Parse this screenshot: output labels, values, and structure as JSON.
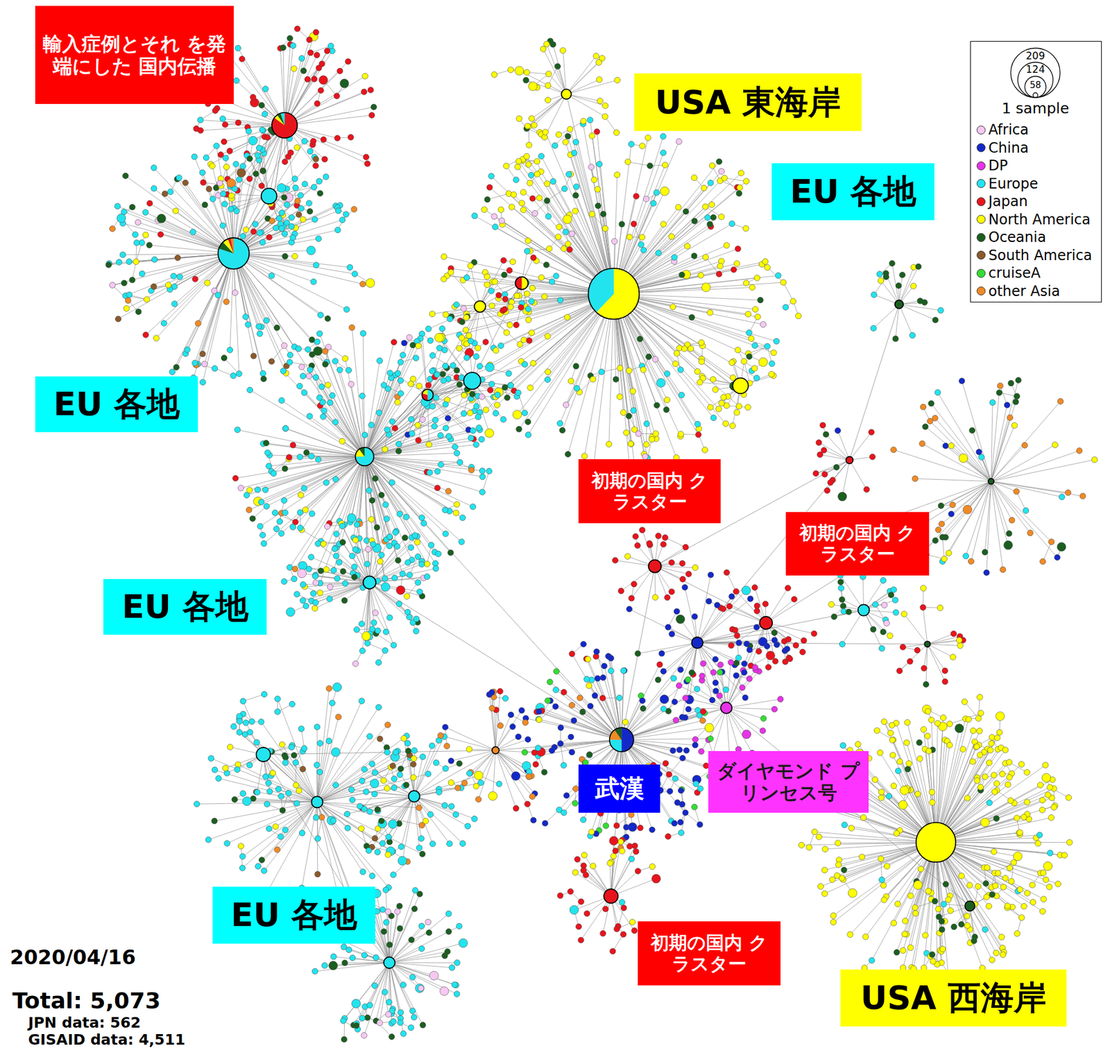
{
  "diagram": {
    "nodes": [
      {
        "text": [
          "輸入症例とそれ を発端にした 国内伝播"
        ]
      },
      {
        "text": [
          "USA 東海岸"
        ]
      },
      {
        "text": [
          "EU 各地"
        ]
      },
      {
        "text": [
          "EU 各地"
        ]
      },
      {
        "text": [
          "初期の国内 クラスター"
        ]
      },
      {
        "text": [
          "初期の国内 クラスター"
        ]
      },
      {
        "text": [
          "EU 各地"
        ]
      },
      {
        "text": [
          "ダイヤモンド プリンセス号"
        ]
      },
      {
        "text": [
          "武漢"
        ]
      },
      {
        "text": [
          "EU 各地"
        ]
      },
      {
        "text": [
          "初期の国内 クラスター"
        ]
      },
      {
        "text": [
          "USA 西海岸"
        ]
      }
    ],
    "labels": [
      "209",
      "124",
      "58",
      "1 sample",
      "2020/04/16",
      "Total: 5,073",
      "JPN data: 562",
      "GISAID data: 4,511"
    ],
    "legend": [
      {
        "text": "Africa",
        "color": "#f6c8f2"
      },
      {
        "text": "China",
        "color": "#1428c8"
      },
      {
        "text": "DP",
        "color": "#e633e6"
      },
      {
        "text": "Europe",
        "color": "#22e4ee"
      },
      {
        "text": "Japan",
        "color": "#e8141c"
      },
      {
        "text": "North America",
        "color": "#ffff00"
      },
      {
        "text": "Oceania",
        "color": "#1b5e20"
      },
      {
        "text": "South America",
        "color": "#8a5a2b"
      },
      {
        "text": "cruiseA",
        "color": "#33dd33"
      },
      {
        "text": "other Asia",
        "color": "#f08a24"
      }
    ]
  }
}
